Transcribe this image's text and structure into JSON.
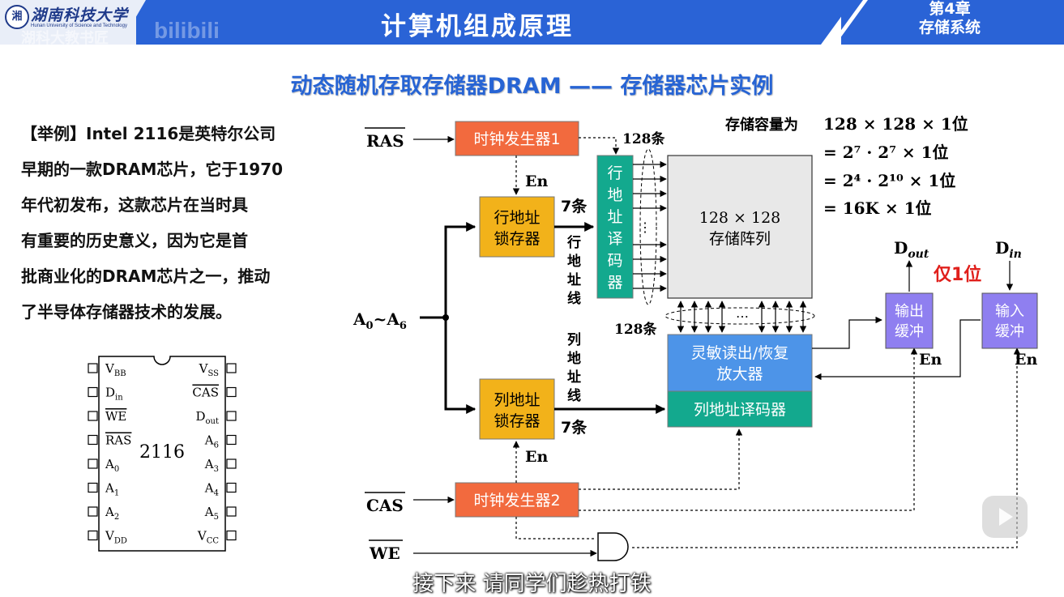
{
  "header": {
    "university": "湖南科技大学",
    "university_en": "Hunan University of Science and Technology",
    "watermark": "湖科大教书匠",
    "watermark2": "bilibili",
    "course_title": "计算机组成原理",
    "chapter_line1": "第4章",
    "chapter_line2": "存储系统"
  },
  "slide_title": "动态随机存取存储器DRAM —— 存储器芯片实例",
  "example": {
    "lines": [
      "【举例】Intel 2116是英特尔公司",
      "早期的一款DRAM芯片，它于1970",
      "年代初发布，这款芯片在当时具",
      "有重要的历史意义，因为它是首",
      "批商业化的DRAM芯片之一，推动",
      "了半导体存储器技术的发展。"
    ]
  },
  "chip": {
    "name": "2116",
    "left_pins": [
      "V_BB",
      "D_in",
      "WE",
      "RAS",
      "A_0",
      "A_1",
      "A_2",
      "V_DD"
    ],
    "right_pins": [
      "V_SS",
      "CAS",
      "D_out",
      "A_6",
      "A_3",
      "A_4",
      "A_5",
      "V_CC"
    ]
  },
  "diagram": {
    "ras": "RAS",
    "cas": "CAS",
    "we": "WE",
    "clock1": "时钟发生器1",
    "clock2": "时钟发生器2",
    "en": "En",
    "row_latch": [
      "行地址",
      "锁存器"
    ],
    "col_latch": [
      "列地址",
      "锁存器"
    ],
    "row_decoder": [
      "行",
      "地",
      "址",
      "译",
      "码",
      "器"
    ],
    "row_wire_label": [
      "行",
      "地",
      "址",
      "线"
    ],
    "col_wire_label": [
      "列",
      "地",
      "址",
      "线"
    ],
    "seven_lines": "7条",
    "lines_128": "128条",
    "array_line1": "128 × 128",
    "array_line2": "存储阵列",
    "sense_amp": [
      "灵敏读出/恢复",
      "放大器"
    ],
    "col_decoder": "列地址译码器",
    "out_buffer": [
      "输出",
      "缓冲"
    ],
    "in_buffer": [
      "输入",
      "缓冲"
    ],
    "dout": "D",
    "dout_sub": "out",
    "din": "D",
    "din_sub": "in",
    "one_bit": "仅1位",
    "address_in": "A",
    "capacity_label": "存储容量为",
    "capacity_lines": [
      "128 × 128 × 1位",
      "= 2⁷ · 2⁷ × 1位",
      "= 2⁴ · 2¹⁰ × 1位",
      "= 16K × 1位"
    ]
  },
  "subtitle": "接下来 请同学们趁热打铁",
  "colors": {
    "header_blue": "#2a63d6",
    "title_blue": "#2764d4",
    "clock_red": "#f26a3e",
    "latch_yellow": "#f2b21a",
    "decoder_teal": "#13a98e",
    "array_gray": "#e8e8e8",
    "amp_blue": "#4d94e8",
    "buffer_purple": "#8f7ff0",
    "one_bit_red": "#e0201c"
  }
}
